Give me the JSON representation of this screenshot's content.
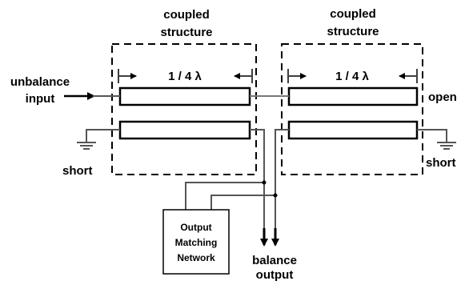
{
  "blocks": {
    "left": {
      "title_line1": "coupled",
      "title_line2": "structure",
      "length_label": "1 / 4 λ"
    },
    "right": {
      "title_line1": "coupled",
      "title_line2": "structure",
      "length_label": "1 / 4 λ"
    }
  },
  "terminals": {
    "input_line1": "unbalance",
    "input_line2": "input",
    "left_short": "short",
    "right_short": "short",
    "right_open": "open"
  },
  "network": {
    "line1": "Output",
    "line2": "Matching",
    "line3": "Network"
  },
  "output": {
    "line1": "balance",
    "line2": "output"
  }
}
